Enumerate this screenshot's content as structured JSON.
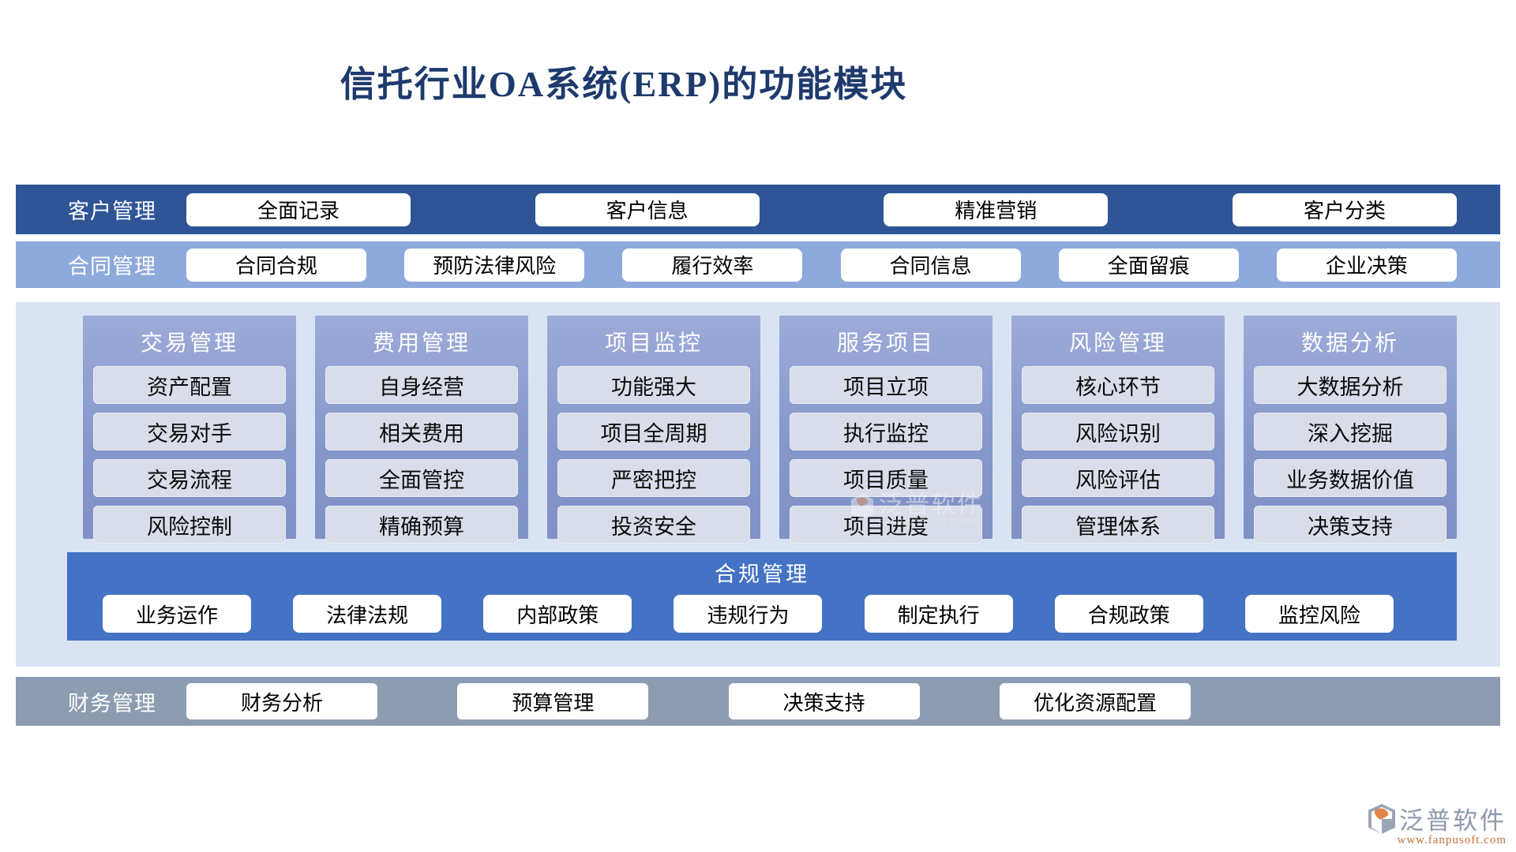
{
  "title": "信托行业OA系统(ERP)的功能模块",
  "bands": [
    {
      "label": "客户管理",
      "items": [
        "全面记录",
        "客户信息",
        "精准营销",
        "客户分类"
      ]
    },
    {
      "label": "合同管理",
      "items": [
        "合同合规",
        "预防法律风险",
        "履行效率",
        "合同信息",
        "全面留痕",
        "企业决策"
      ]
    },
    {
      "label": "财务管理",
      "items": [
        "财务分析",
        "预算管理",
        "决策支持",
        "优化资源配置"
      ]
    }
  ],
  "modules": [
    {
      "label": "交易管理",
      "items": [
        "资产配置",
        "交易对手",
        "交易流程",
        "风险控制"
      ]
    },
    {
      "label": "费用管理",
      "items": [
        "自身经营",
        "相关费用",
        "全面管控",
        "精确预算"
      ]
    },
    {
      "label": "项目监控",
      "items": [
        "功能强大",
        "项目全周期",
        "严密把控",
        "投资安全"
      ]
    },
    {
      "label": "服务项目",
      "items": [
        "项目立项",
        "执行监控",
        "项目质量",
        "项目进度"
      ]
    },
    {
      "label": "风险管理",
      "items": [
        "核心环节",
        "风险识别",
        "风险评估",
        "管理体系"
      ]
    },
    {
      "label": "数据分析",
      "items": [
        "大数据分析",
        "深入挖掘",
        "业务数据价值",
        "决策支持"
      ]
    }
  ],
  "compliance": {
    "label": "合规管理",
    "items": [
      "业务运作",
      "法律法规",
      "内部政策",
      "违规行为",
      "制定执行",
      "合规政策",
      "监控风险"
    ]
  },
  "watermark": {
    "name": "泛普软件",
    "subtitle": "FANPU SOFTWARE"
  },
  "logo": {
    "name": "泛普软件",
    "url": "www.fanpusoft.com"
  },
  "colors": {
    "title_text": "#1e3a6d",
    "customer_band": "#2f5597",
    "contract_band": "#8ea9db",
    "mid_background": "#dae3f3",
    "module_panel_top": "#9dabd8",
    "module_panel_bottom": "#8091c5",
    "module_item": "#d9dde9",
    "compliance_band": "#4472c4",
    "finance_band": "#8d9cb1",
    "logo_gray": "#8e99ab",
    "logo_orange": "#c4703d"
  }
}
